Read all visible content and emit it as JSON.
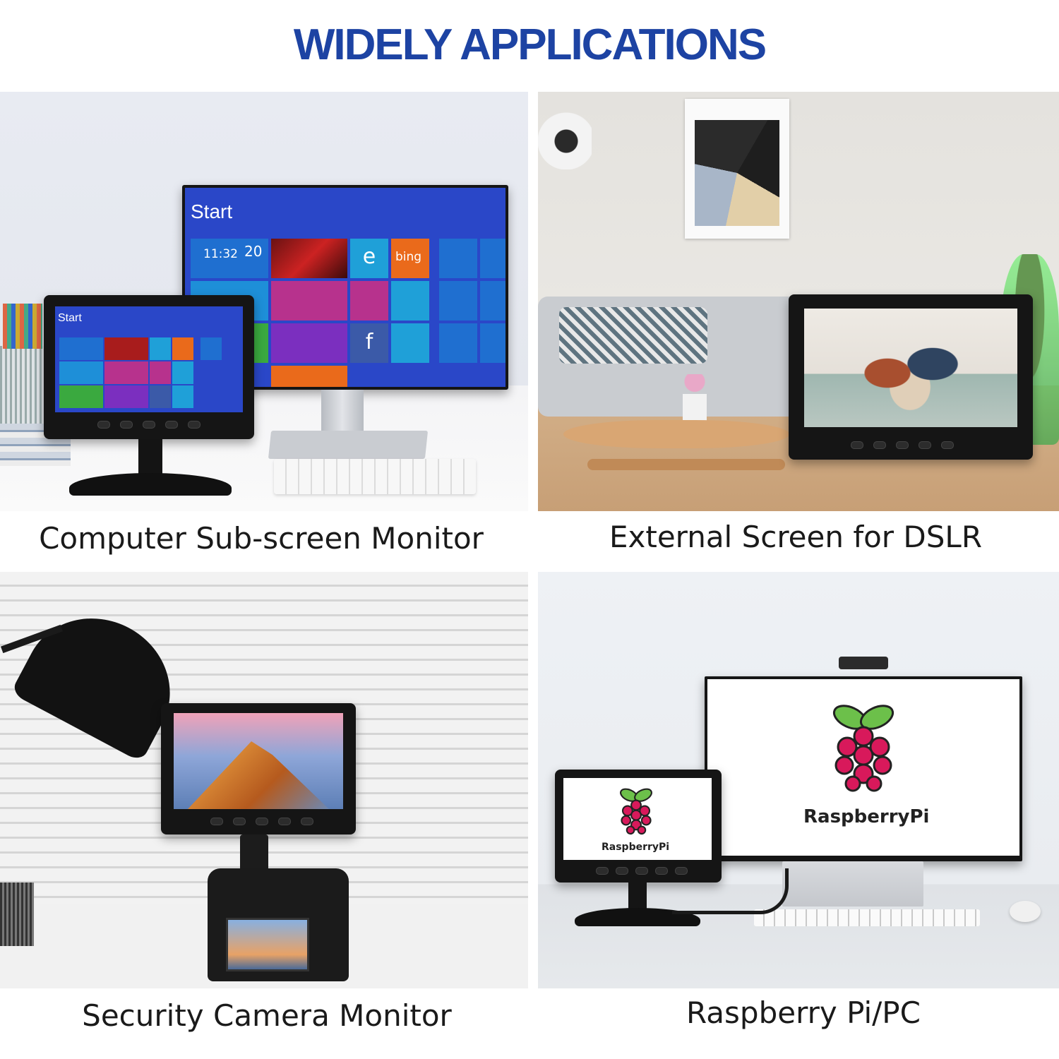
{
  "header": {
    "title": "WIDELY APPLICATIONS"
  },
  "panels": [
    {
      "caption": "Computer Sub-screen Monitor"
    },
    {
      "caption": "External Screen for DSLR"
    },
    {
      "caption": "Security Camera Monitor"
    },
    {
      "caption": "Raspberry Pi/PC"
    }
  ],
  "screen_text": {
    "start": "Start",
    "time": "11:32",
    "date": "20",
    "bing": "bing",
    "raspberry_pi": "RaspberryPi"
  },
  "colors": {
    "title_blue": "#1d43a3",
    "win_blue": "#2a47c8",
    "tile_teal": "#1fa0d8",
    "tile_purple": "#7b2fbf",
    "tile_orange": "#ea6a1b",
    "tile_green": "#3aa93f",
    "tile_magenta": "#b7328d",
    "raspberry": "#d8195b",
    "leaf_green": "#6cc04a"
  }
}
